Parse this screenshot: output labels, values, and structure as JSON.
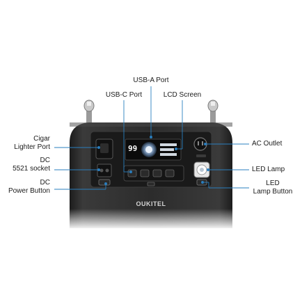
{
  "product": {
    "brand": "OUKITEL",
    "lcd_value": "99"
  },
  "callouts": {
    "usb_a_port": "USB-A Port",
    "usb_c_port": "USB-C Port",
    "lcd_screen": "LCD Screen",
    "cigar_lighter_port": [
      "Cigar",
      "Lighter Port"
    ],
    "dc_5521_socket": [
      "DC",
      "5521 socket"
    ],
    "dc_power_button": [
      "DC",
      "Power Button"
    ],
    "ac_outlet": "AC Outlet",
    "led_lamp": "LED Lamp",
    "led_lamp_button": [
      "LED",
      "Lamp Button"
    ]
  },
  "colors": {
    "callout_line": "#2a7fbf",
    "body": "#2a2a2a",
    "panel": "#1a1a1a",
    "lcd": "#0b0b0b"
  }
}
